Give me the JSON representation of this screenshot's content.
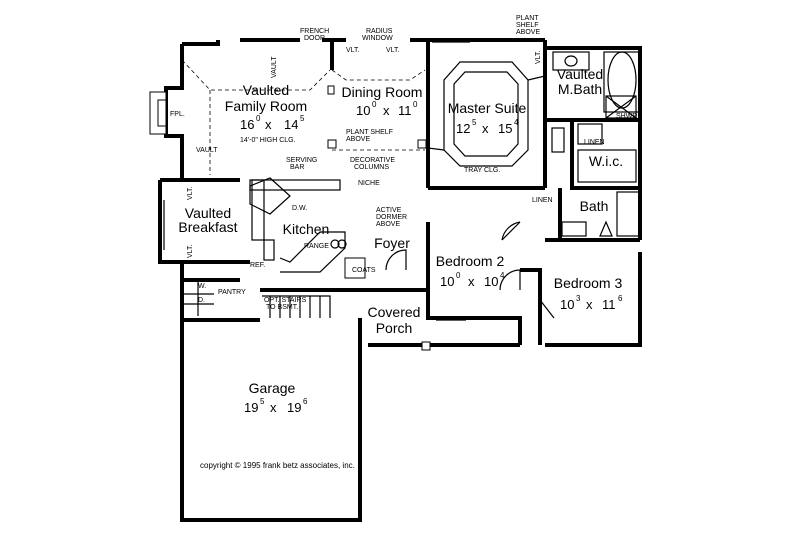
{
  "rooms": {
    "family": {
      "title1": "Vaulted",
      "title2": "Family Room",
      "w": "16",
      "w_sup": "0",
      "x": "x",
      "h": "14",
      "h_sup": "5",
      "note": "14'-0\" HIGH CLG."
    },
    "dining": {
      "title": "Dining Room",
      "w": "10",
      "w_sup": "0",
      "x": "x",
      "h": "11",
      "h_sup": "0"
    },
    "master": {
      "title": "Master Suite",
      "w": "12",
      "w_sup": "5",
      "x": "x",
      "h": "15",
      "h_sup": "4"
    },
    "mbath": {
      "title1": "Vaulted",
      "title2": "M.Bath"
    },
    "wic": {
      "title": "W.i.c."
    },
    "breakfast": {
      "title1": "Vaulted",
      "title2": "Breakfast"
    },
    "kitchen": {
      "title": "Kitchen"
    },
    "foyer": {
      "title": "Foyer"
    },
    "bedroom2": {
      "title": "Bedroom 2",
      "w": "10",
      "w_sup": "0",
      "x": "x",
      "h": "10",
      "h_sup": "4"
    },
    "bath": {
      "title": "Bath"
    },
    "bedroom3": {
      "title": "Bedroom 3",
      "w": "10",
      "w_sup": "3",
      "x": "x",
      "h": "11",
      "h_sup": "6"
    },
    "porch": {
      "title1": "Covered",
      "title2": "Porch"
    },
    "garage": {
      "title": "Garage",
      "w": "19",
      "w_sup": "5",
      "x": "x",
      "h": "19",
      "h_sup": "6"
    }
  },
  "notes": {
    "french1": "FRENCH",
    "french2": "DOOR",
    "radius1": "RADIUS",
    "radius2": "WINDOW",
    "vlt": "VLT.",
    "vault": "VAULT",
    "plant1": "PLANT",
    "plant2": "SHELF",
    "plant3": "ABOVE",
    "plant_shelf1": "PLANT SHELF",
    "plant_shelf2": "ABOVE",
    "deco1": "DECORATIVE",
    "deco2": "COLUMNS",
    "niche": "NICHE",
    "serving1": "SERVING",
    "serving2": "BAR",
    "dw": "D.W.",
    "range": "RANGE",
    "ref": "REF.",
    "pantry": "PANTRY",
    "w": "W.",
    "d": "D.",
    "active1": "ACTIVE",
    "active2": "DORMER",
    "active3": "ABOVE",
    "coats": "COATS",
    "tray": "TRAY CLG.",
    "linen": "LINEN",
    "shwr": "SHWR.",
    "fpl": "FPL.",
    "stairs1": "OPT. STAIRS",
    "stairs2": "TO BSMT."
  },
  "copyright": "copyright © 1995 frank betz associates, inc."
}
